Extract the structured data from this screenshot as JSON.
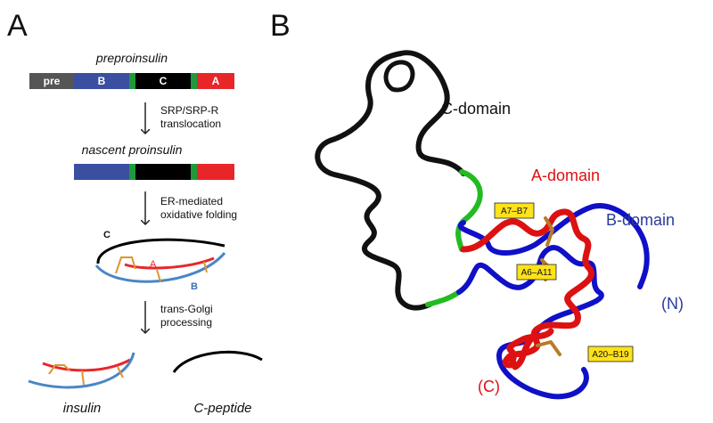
{
  "panels": {
    "a": "A",
    "b": "B"
  },
  "panel_a": {
    "preproinsulin": "preproinsulin",
    "segments": {
      "pre": "pre",
      "b": "B",
      "c": "C",
      "a": "A"
    },
    "step1": [
      "SRP/SRP-R",
      "translocation"
    ],
    "nascent": "nascent proinsulin",
    "step2": [
      "ER-mediated",
      "oxidative folding"
    ],
    "fold_labels": {
      "c": "C",
      "a": "A",
      "b": "B"
    },
    "step3": [
      "trans-Golgi",
      "processing"
    ],
    "insulin": "insulin",
    "cpeptide": "C-peptide"
  },
  "panel_b": {
    "c_domain": "C-domain",
    "a_domain": "A-domain",
    "b_domain": "B-domain",
    "n_term": "(N)",
    "c_term": "(C)",
    "bonds": [
      "A7–B7",
      "A6–A11",
      "A20–B19"
    ]
  },
  "colors": {
    "pre": "#555555",
    "b_chain": "#3a4fa0",
    "c_chain": "#000000",
    "a_chain": "#e8262a",
    "junction": "#1e9a3c",
    "disulfide": "#e0942f",
    "b_fold": "#4a86c5",
    "ribbon_blue": "#1010c8",
    "ribbon_red": "#dd1111",
    "ribbon_green": "#22bb22",
    "label_red": "#dd1111",
    "label_blue": "#2a3a9a",
    "bond_box": "#ffe21a"
  }
}
